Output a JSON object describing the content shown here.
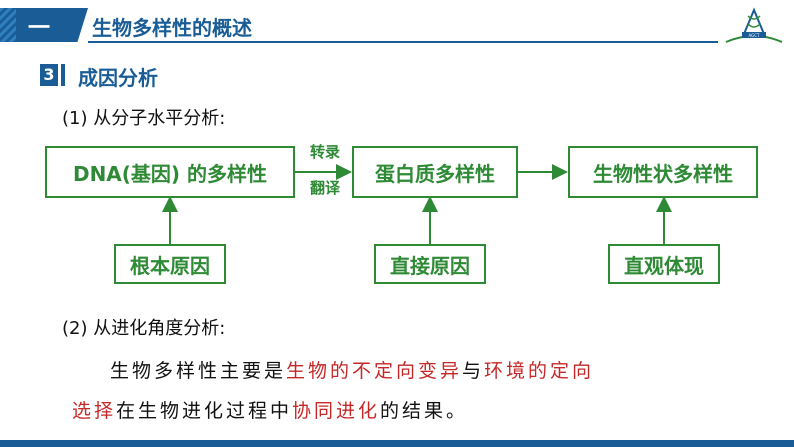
{
  "header": {
    "number": "一",
    "title": "生物多样性的概述",
    "logo_text": "AGCT"
  },
  "section": {
    "number": "3",
    "title": "成因分析"
  },
  "molecular": {
    "heading": "(1) 从分子水平分析:",
    "box_dna": "DNA(基因) 的多样性",
    "arrow_top": "转录",
    "arrow_bottom": "翻译",
    "box_protein": "蛋白质多样性",
    "box_trait": "生物性状多样性",
    "cause_root": "根本原因",
    "cause_direct": "直接原因",
    "cause_show": "直观体现"
  },
  "evolution": {
    "heading": "(2) 从进化角度分析:",
    "line1": [
      {
        "text": "生物多样性主要是",
        "red": false
      },
      {
        "text": "生物的不定向变异",
        "red": true
      },
      {
        "text": "与",
        "red": false
      },
      {
        "text": "环境的定向",
        "red": true
      }
    ],
    "line2": [
      {
        "text": "选择",
        "red": true
      },
      {
        "text": "在生物进化过程中",
        "red": false
      },
      {
        "text": "协同进化",
        "red": true
      },
      {
        "text": "的结果。",
        "red": false
      }
    ]
  },
  "colors": {
    "brand_blue": "#1a5d96",
    "flow_green": "#2f8a36",
    "emphasis_red": "#c62828"
  },
  "icons": {
    "logo": "dna-book-logo-icon",
    "arrow": "arrow-icon"
  }
}
